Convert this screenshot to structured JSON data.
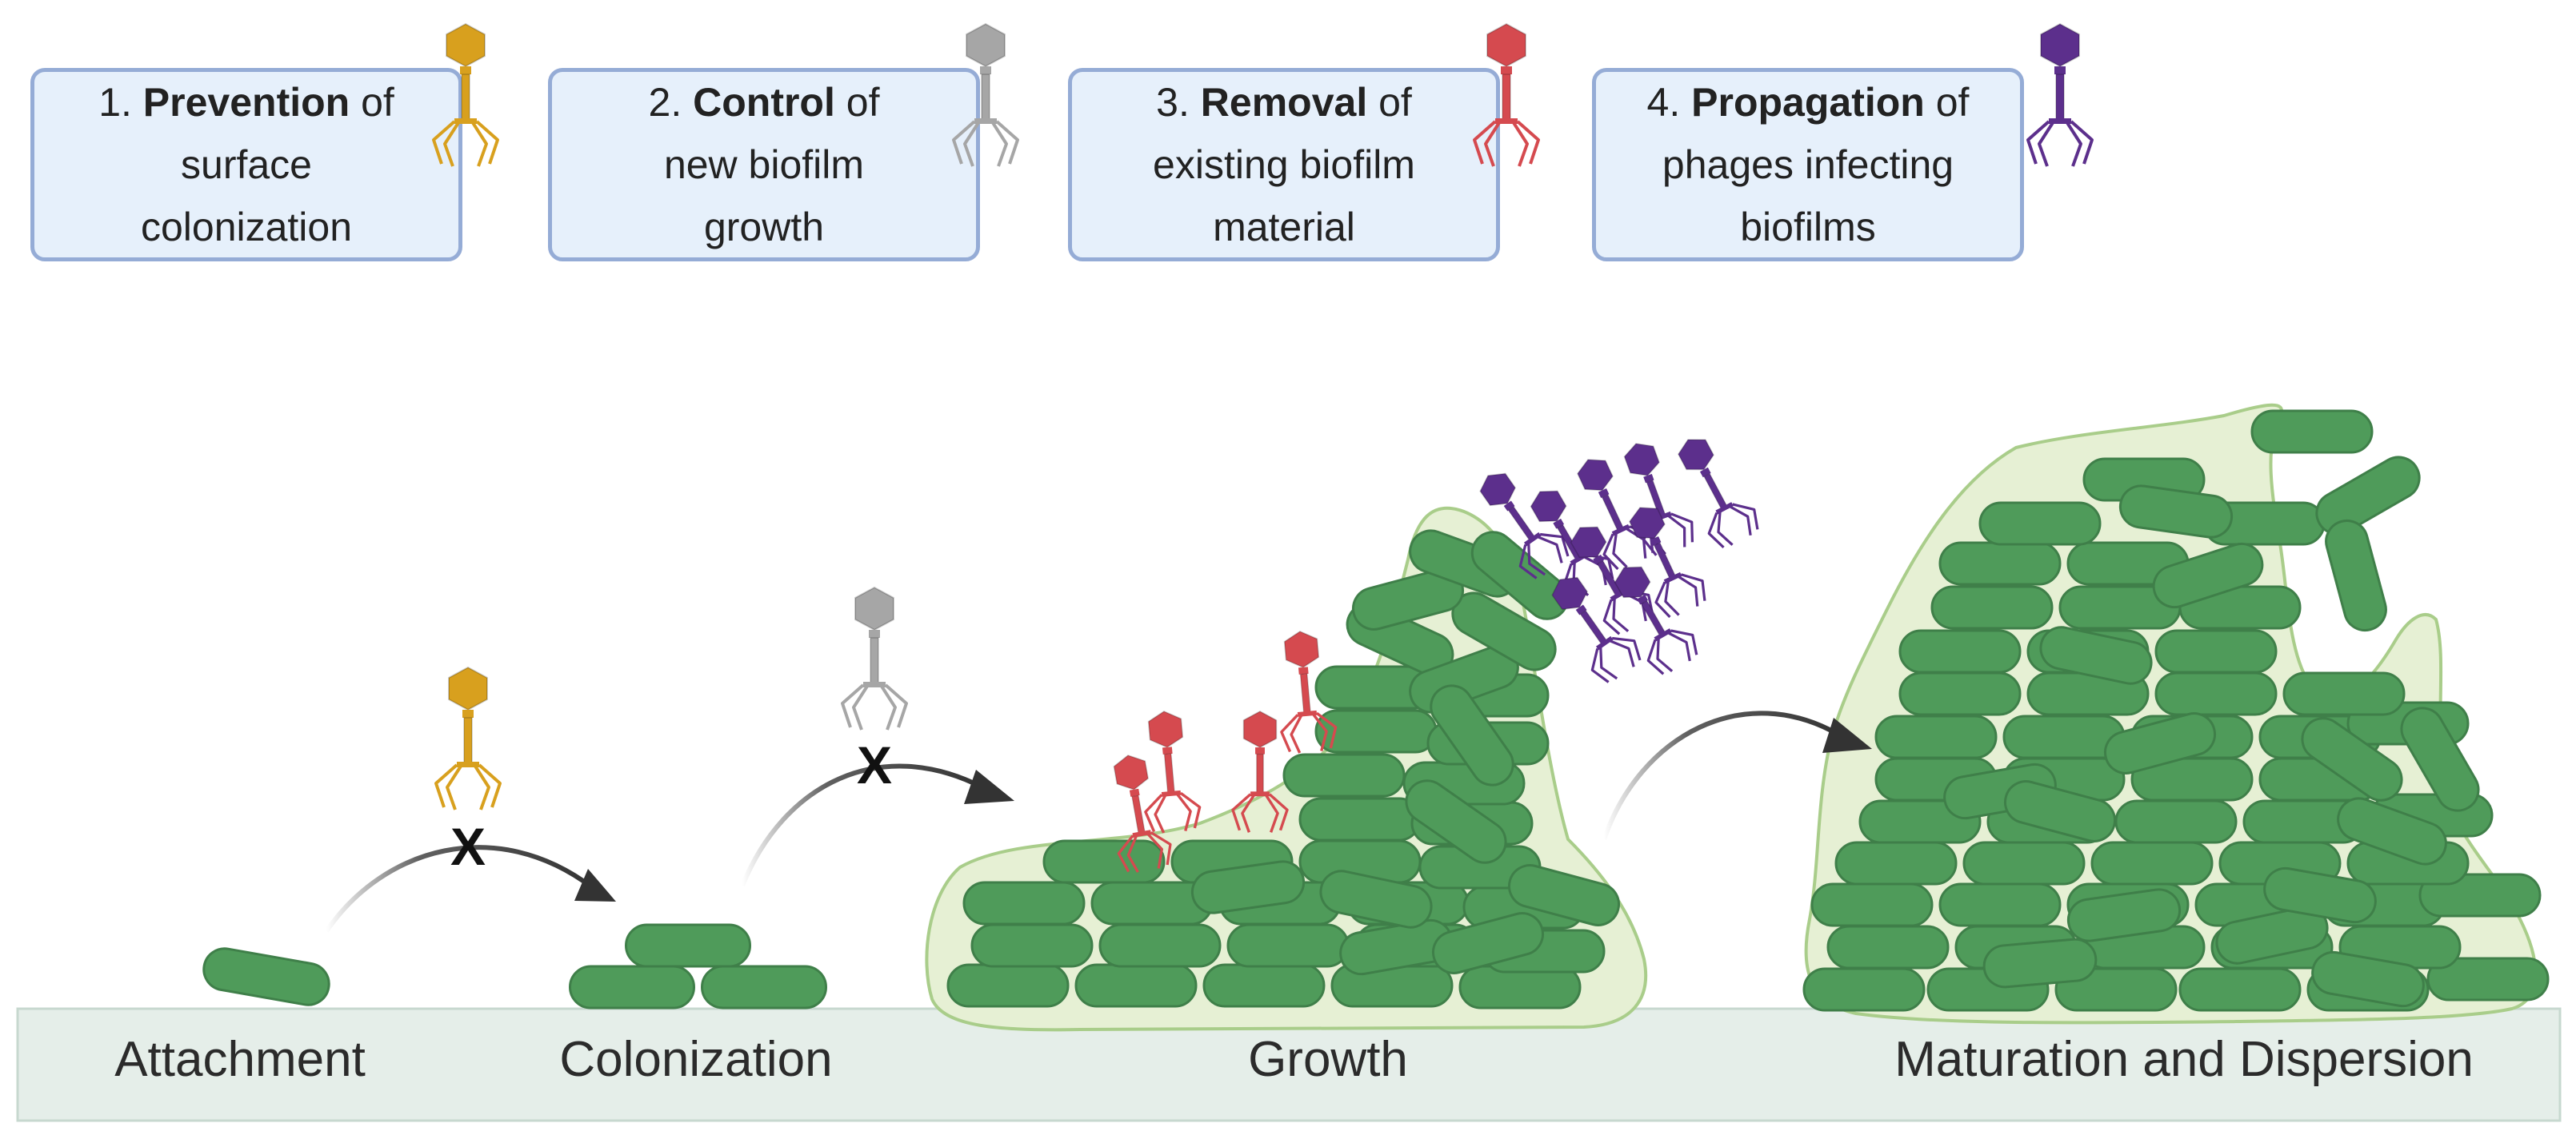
{
  "boxes": [
    {
      "num": "1.",
      "bold": "Prevention",
      "rest": "of",
      "line2": "surface",
      "line3": "colonization"
    },
    {
      "num": "2.",
      "bold": "Control",
      "rest": "of",
      "line2": "new biofilm",
      "line3": "growth"
    },
    {
      "num": "3.",
      "bold": "Removal",
      "rest": "of",
      "line2": "existing biofilm",
      "line3": "material"
    },
    {
      "num": "4.",
      "bold": "Propagation",
      "rest": "of",
      "line2": "phages infecting",
      "line3": "biofilms"
    }
  ],
  "stages": [
    "Attachment",
    "Colonization",
    "Growth",
    "Maturation and Dispersion"
  ],
  "blocked_mark": "X",
  "colors": {
    "prevention_phage": "#d8a01e",
    "control_phage": "#a6a6a6",
    "removal_phage": "#d54a4f",
    "propagation_phage": "#5c2f8c",
    "bacterium": "#4f9b5a",
    "biofilm_matrix": "#e6f0d4",
    "surface": "#e5eee9"
  }
}
